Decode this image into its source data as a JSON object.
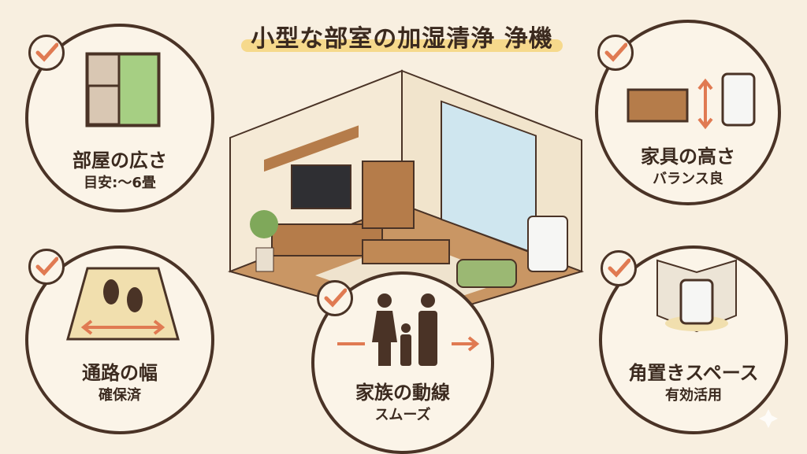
{
  "title": "小型な部室の加湿清浄 浄機",
  "cards": [
    {
      "label": "部屋の広さ",
      "sub": "目安:～6畳"
    },
    {
      "label": "家具の高さ",
      "sub": "バランス良"
    },
    {
      "label": "通路の幅",
      "sub": "確保済"
    },
    {
      "label": "家族の動線",
      "sub": "スムーズ"
    },
    {
      "label": "角置きスペース",
      "sub": "有効活用"
    }
  ],
  "colors": {
    "accent": "#e07a52",
    "outline": "#4a3326",
    "background": "#f8efe0",
    "highlight": "#f6d98c"
  }
}
